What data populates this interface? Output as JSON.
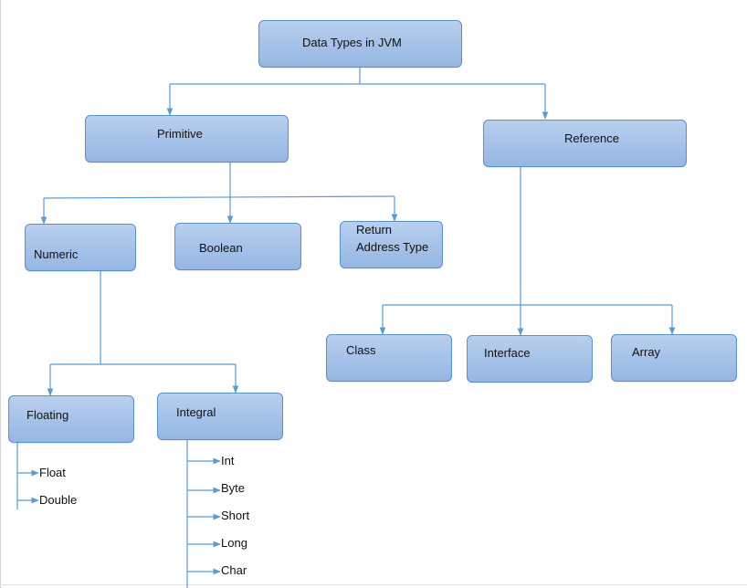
{
  "diagram": {
    "root": {
      "label": "Data Types in JVM"
    },
    "primitive": {
      "label": "Primitive"
    },
    "reference": {
      "label": "Reference"
    },
    "numeric": {
      "label": "Numeric"
    },
    "boolean": {
      "label": "Boolean"
    },
    "return_address": {
      "label_line1": "Return",
      "label_line2": "Address Type"
    },
    "class": {
      "label": "Class"
    },
    "interface": {
      "label": "Interface"
    },
    "array": {
      "label": "Array"
    },
    "floating": {
      "label": "Floating"
    },
    "integral": {
      "label": "Integral"
    },
    "floating_children": [
      "Float",
      "Double"
    ],
    "integral_children": [
      "Int",
      "Byte",
      "Short",
      "Long",
      "Char"
    ]
  },
  "colors": {
    "node_fill": "#a4c1e8",
    "node_border": "#5b8fc7",
    "connector": "#5b9bd5"
  }
}
